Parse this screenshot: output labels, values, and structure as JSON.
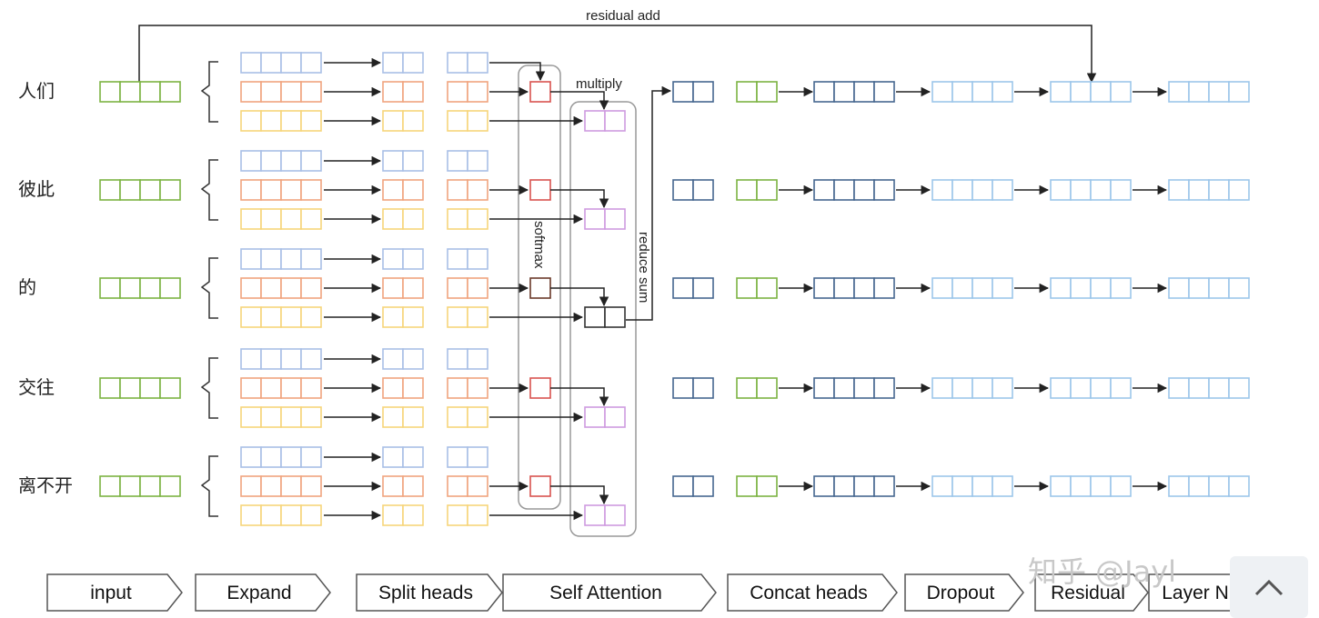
{
  "tokens": [
    "人们",
    "彼此",
    "的",
    "交往",
    "离不开"
  ],
  "labels": {
    "residual_add": "residual add",
    "multiply": "multiply",
    "softmax": "softmax",
    "reduce_sum": "reduce sum"
  },
  "stages": [
    "input",
    "Expand",
    "Split heads",
    "Self Attention",
    "Concat heads",
    "Dropout",
    "Residual",
    "Layer N"
  ],
  "watermark": "知乎 @Jayl",
  "colors": {
    "green": "#7cb342",
    "blue": "#a9bfe6",
    "orange": "#f0a47e",
    "yellow": "#f7d57b",
    "red": "#d9534f",
    "purple": "#cf9be0",
    "navy": "#46678f",
    "skyblue": "#9cc6ea",
    "line": "#222222",
    "outline": "#999999"
  },
  "scroll_top_icon": "chevron-up-icon"
}
